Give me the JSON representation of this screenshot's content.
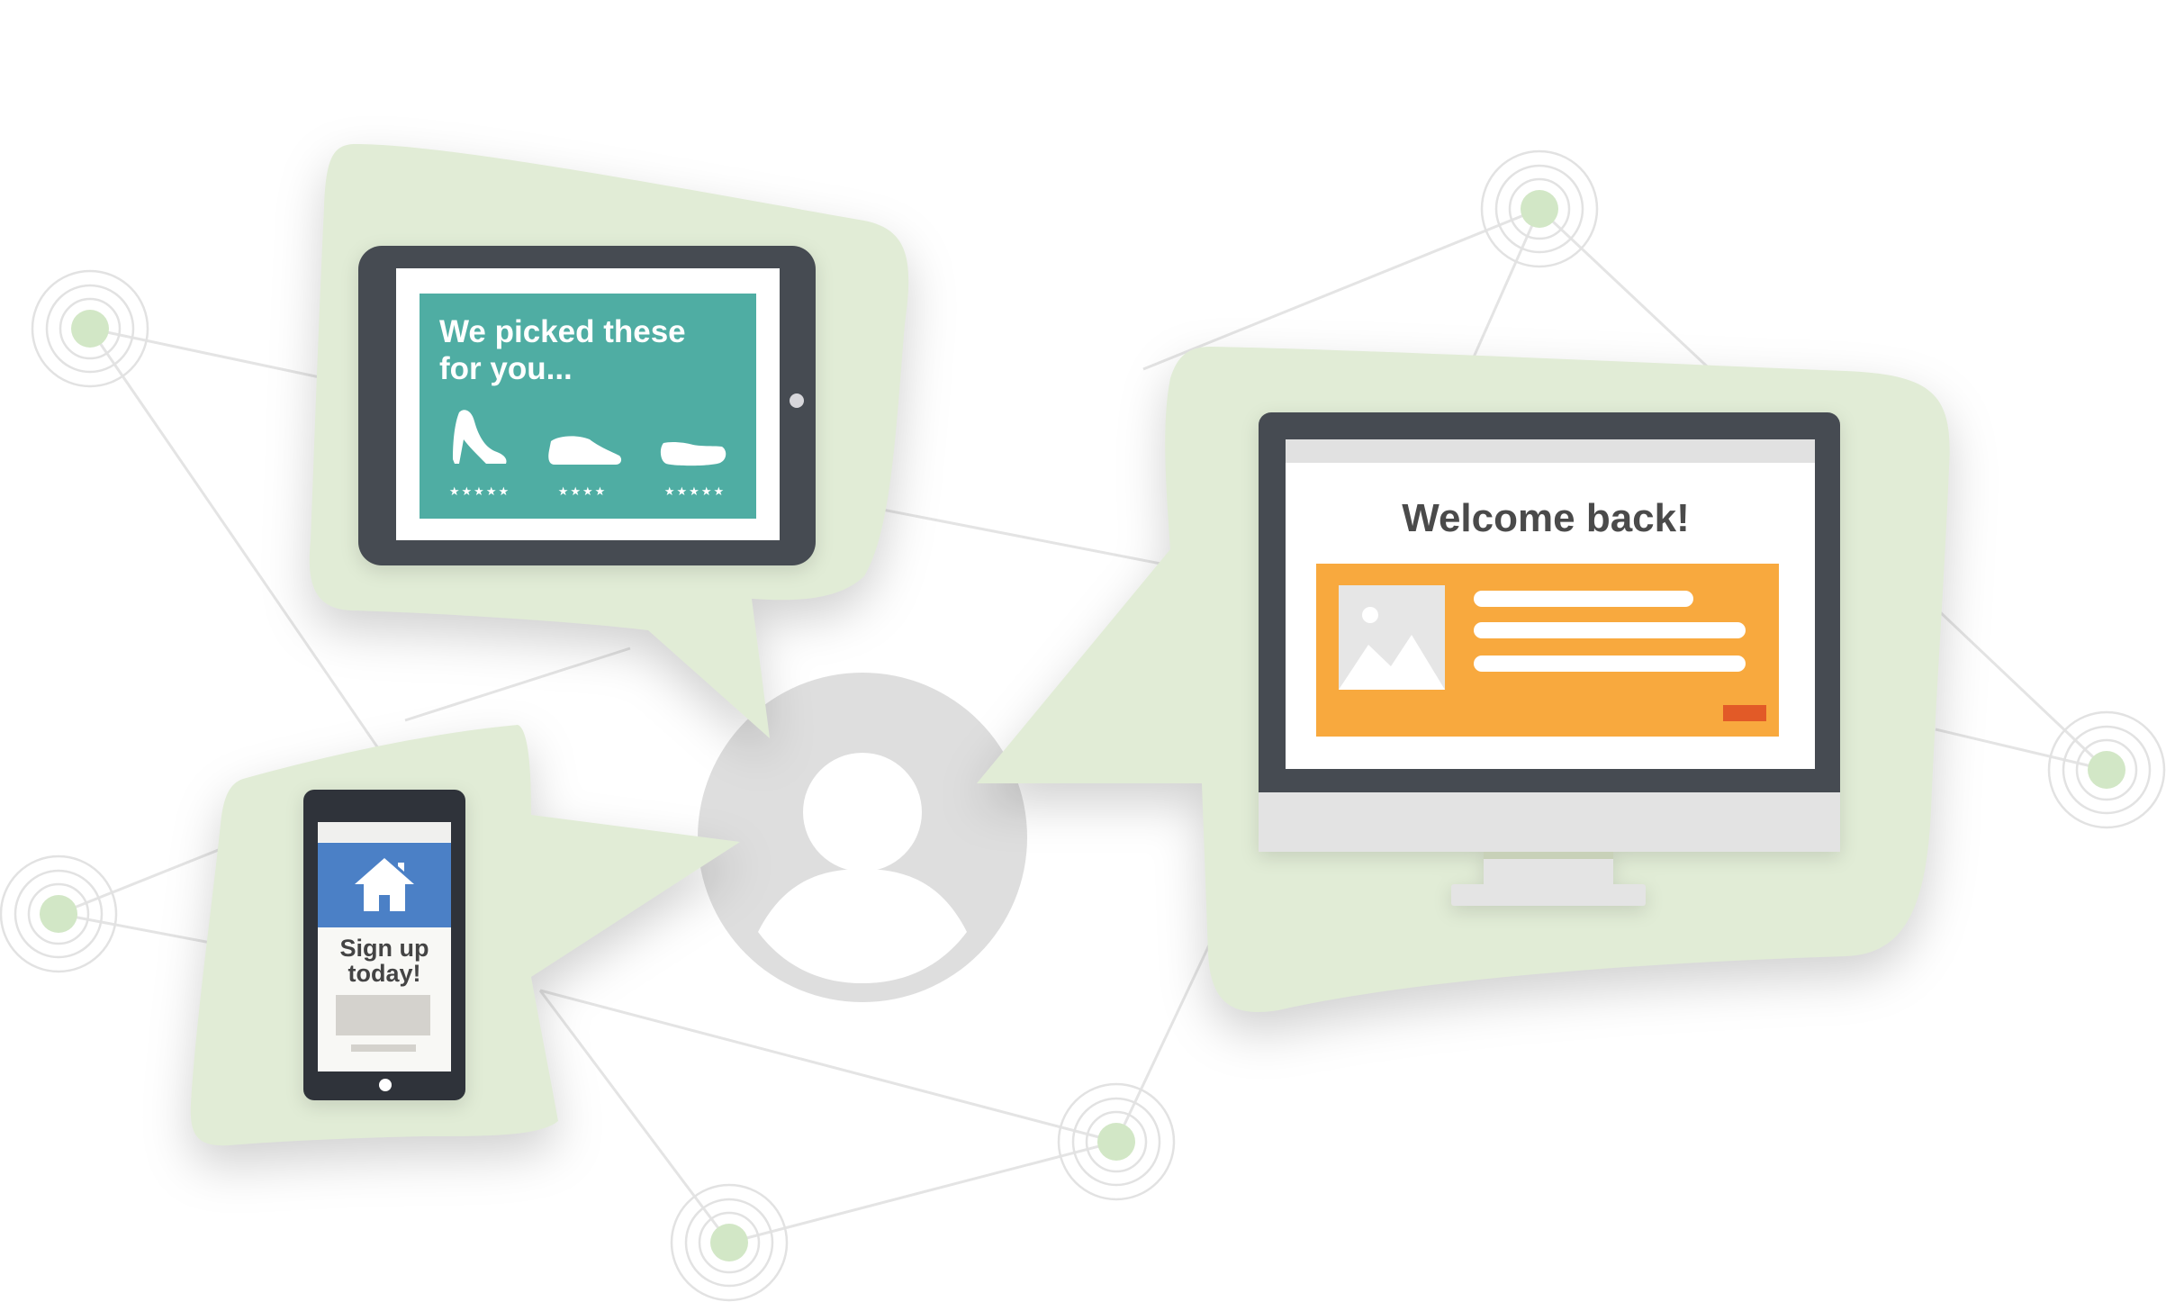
{
  "tablet": {
    "headline_line1": "We picked these",
    "headline_line2": "for you...",
    "ratings": [
      "★★★★★",
      "★★★★",
      "★★★★★"
    ],
    "products": [
      "high-heel-icon",
      "dress-shoe-icon",
      "loafer-icon"
    ]
  },
  "monitor": {
    "title": "Welcome back!"
  },
  "phone": {
    "cta_line1": "Sign up",
    "cta_line2": "today!"
  },
  "colors": {
    "bubble": "#e1ecd6",
    "teal": "#4fada3",
    "orange": "#f8a93e",
    "orange_button": "#e25a27",
    "device_dark": "#464b52",
    "phone_blue": "#4b80c6",
    "node_green": "#cfe6c2",
    "network_line": "#e3e3e3",
    "user_circle": "#dcdcdc"
  }
}
